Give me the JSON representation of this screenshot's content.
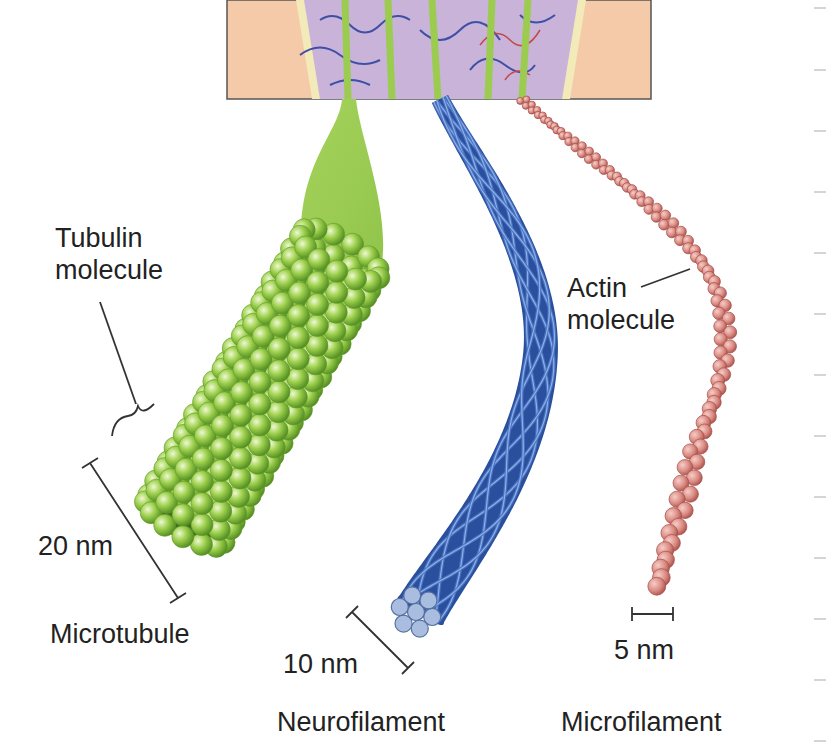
{
  "diagram": {
    "labels": [
      "Tubulin molecule",
      "20 nm",
      "Microtubule",
      "10 nm",
      "Neurofilament",
      "Actin molecule",
      "5 nm",
      "Microfilament"
    ]
  }
}
